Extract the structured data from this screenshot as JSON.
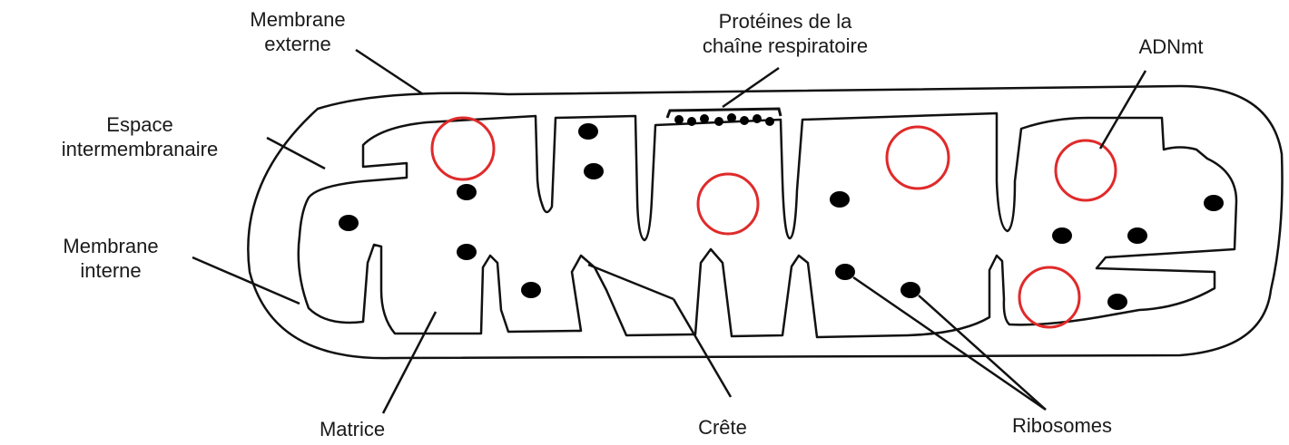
{
  "labels": {
    "membrane_externe": "Membrane\nexterne",
    "proteines": "Protéines de la\nchaîne respiratoire",
    "adnmt": "ADNmt",
    "espace": "Espace\nintermembranaire",
    "membrane_interne": "Membrane\ninterne",
    "matrice": "Matrice",
    "crete": "Crête",
    "ribosomes": "Ribosomes"
  },
  "colors": {
    "outline": "#111111",
    "adnmt_ring": "#e02a2a",
    "ribosome": "#000000"
  }
}
